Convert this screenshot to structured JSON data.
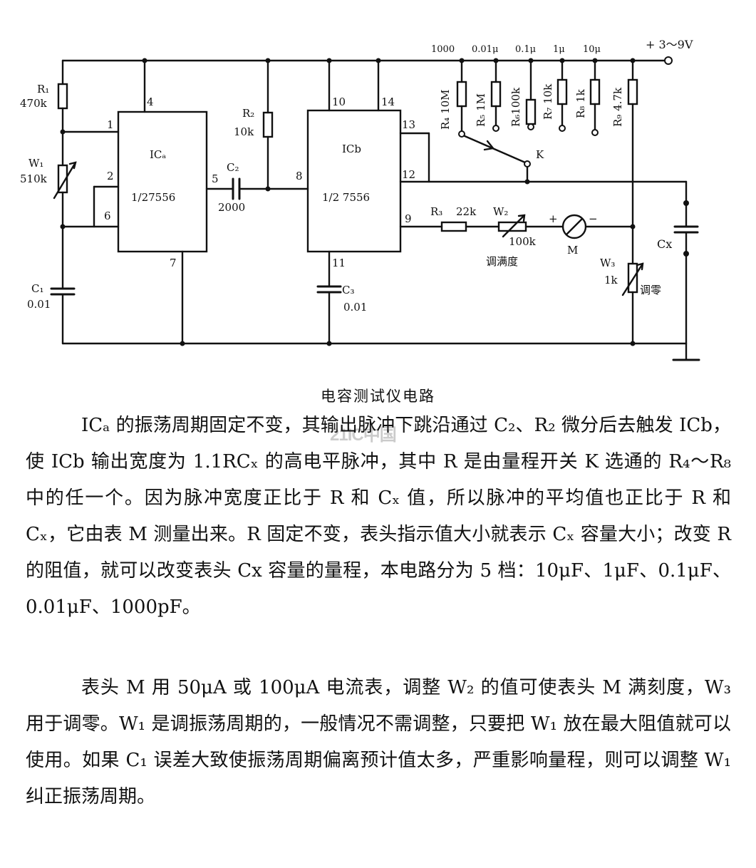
{
  "circuit": {
    "supply_label": "+ 3～9V",
    "range_cap_labels": [
      "1000",
      "0.01μ",
      "0.1μ",
      "1μ",
      "10μ"
    ],
    "r1": {
      "name": "R₁",
      "value": "470k"
    },
    "w1": {
      "name": "W₁",
      "value": "510k"
    },
    "c1": {
      "name": "C₁",
      "value": "0.01"
    },
    "ica": {
      "name": "ICₐ",
      "part": "1/27556",
      "pins": [
        "1",
        "2",
        "4",
        "5",
        "6",
        "7"
      ]
    },
    "c2": {
      "name": "C₂",
      "value": "2000"
    },
    "r2": {
      "name": "R₂",
      "value": "10k"
    },
    "icb": {
      "name": "ICb",
      "part": "1/2 7556",
      "pins": [
        "8",
        "9",
        "10",
        "11",
        "12",
        "13",
        "14"
      ]
    },
    "c3": {
      "name": "C₃",
      "value": "0.01"
    },
    "r4": {
      "name": "R₄",
      "value": "10M"
    },
    "r5": {
      "name": "R₅",
      "value": "1M"
    },
    "r6": {
      "name": "R₆",
      "value": "100k"
    },
    "r7": {
      "name": "R₇",
      "value": "10k"
    },
    "r8": {
      "name": "R₈",
      "value": "1k"
    },
    "r9": {
      "name": "R₉",
      "value": "4.7k"
    },
    "switch_label": "K",
    "r3": {
      "name": "R₃",
      "value": "22k"
    },
    "w2": {
      "name": "W₂",
      "value": "100k",
      "note": "调满度"
    },
    "meter": {
      "name": "M",
      "plus": "+",
      "minus": "−"
    },
    "w3": {
      "name": "W₃",
      "value": "1k",
      "note": "调零"
    },
    "cx_label": "Cx"
  },
  "caption": "电容测试仪电路",
  "watermark": "21IC中国",
  "paragraphs": [
    "ICₐ 的振荡周期固定不变，其输出脉冲下跳沿通过 C₂、R₂ 微分后去触发 ICb，使 ICb 输出宽度为 1.1RCₓ 的高电平脉冲，其中 R 是由量程开关 K 选通的 R₄～R₈ 中的任一个。因为脉冲宽度正比于 R 和 Cₓ 值，所以脉冲的平均值也正比于 R 和 Cₓ，它由表 M 测量出来。R 固定不变，表头指示值大小就表示 Cₓ 容量大小；改变 R 的阻值，就可以改变表头 Cx 容量的量程，本电路分为 5 档：10μF、1μF、0.1μF、0.01μF、1000pF。",
    "表头 M 用 50μA 或 100μA 电流表，调整 W₂ 的值可使表头 M 满刻度，W₃ 用于调零。W₁ 是调振荡周期的，一般情况不需调整，只要把 W₁ 放在最大阻值就可以使用。如果 C₁ 误差大致使振荡周期偏离预计值太多，严重影响量程，则可以调整 W₁ 纠正振荡周期。"
  ]
}
